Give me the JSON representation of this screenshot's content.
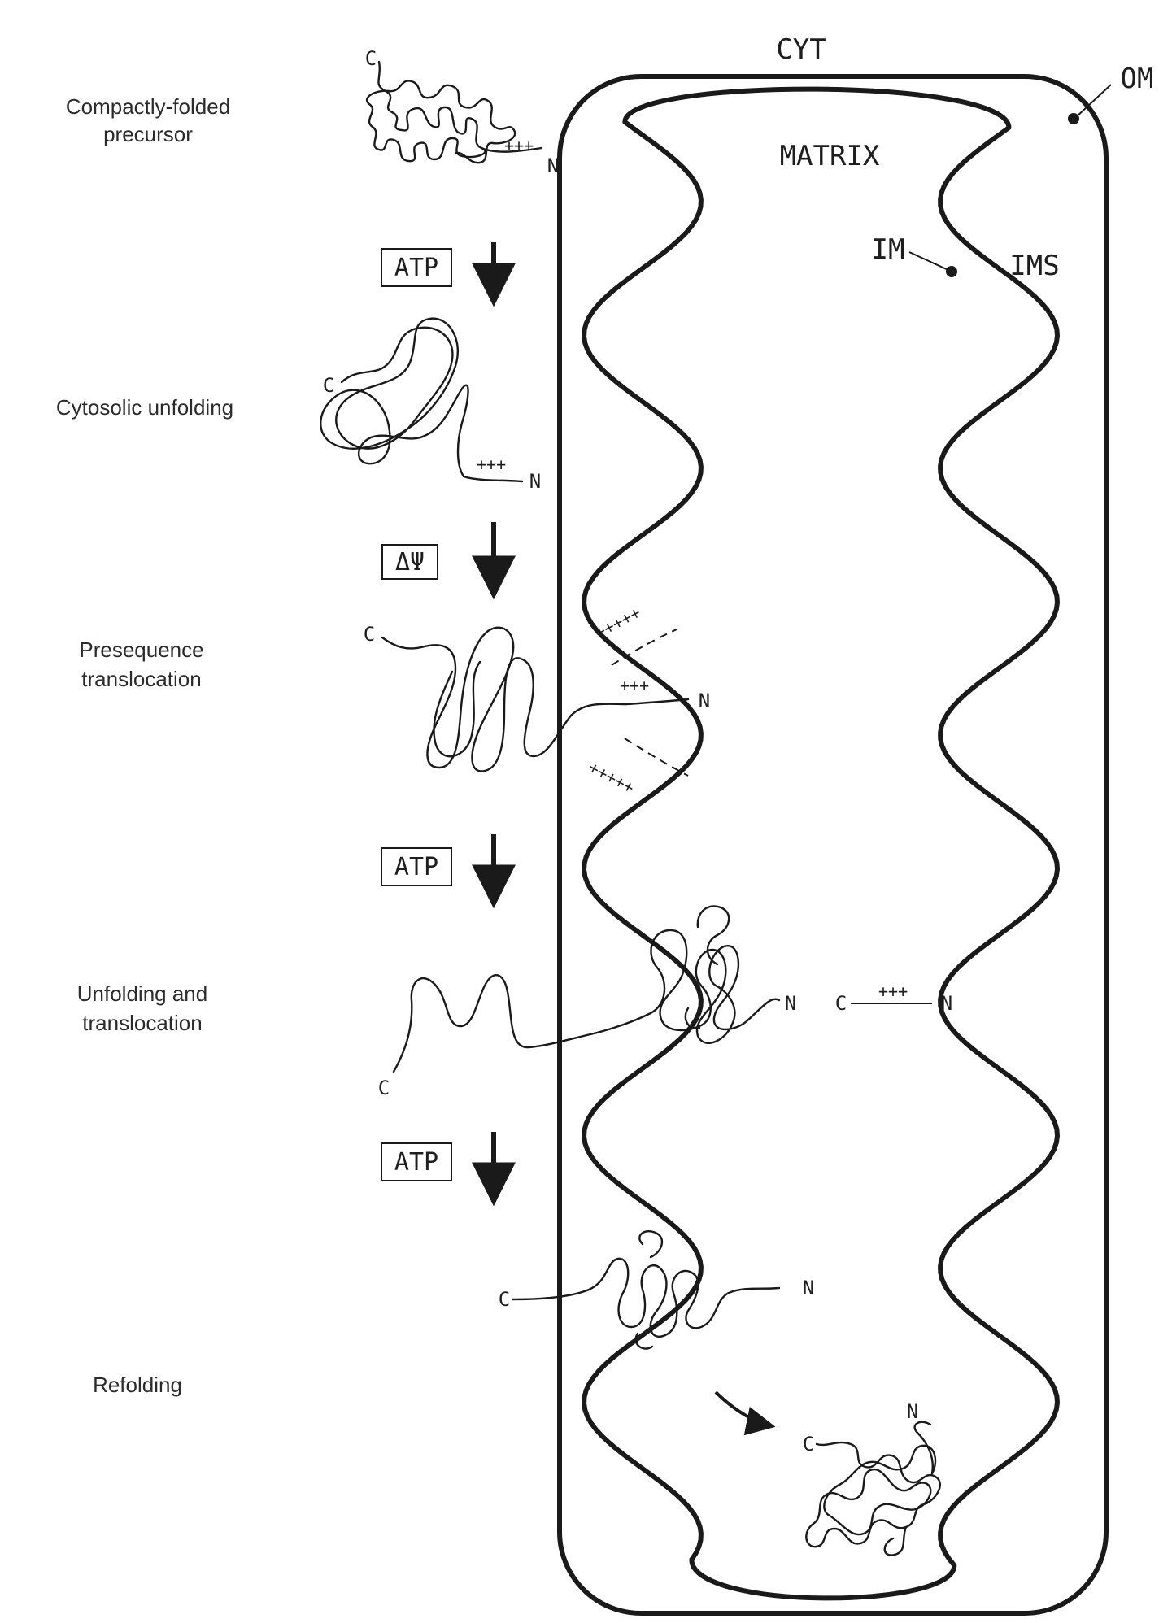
{
  "compartments": {
    "cytosol": "CYT",
    "matrix": "MATRIX",
    "outer_membrane": "OM",
    "inner_membrane": "IM",
    "intermembrane_space": "IMS"
  },
  "steps": [
    {
      "label_line1": "Compactly-folded",
      "label_line2": "precursor"
    },
    {
      "label_line1": "Cytosolic unfolding",
      "label_line2": ""
    },
    {
      "label_line1": "Presequence",
      "label_line2": "translocation"
    },
    {
      "label_line1": "Unfolding and",
      "label_line2": "translocation"
    },
    {
      "label_line1": "Refolding",
      "label_line2": ""
    }
  ],
  "energy": {
    "atp_1": "ATP",
    "delta_psi": "ΔΨ",
    "atp_2": "ATP",
    "atp_3": "ATP"
  },
  "termini": {
    "c": "C",
    "n": "N",
    "presequence": "+++",
    "membrane_charge": "+++++"
  }
}
